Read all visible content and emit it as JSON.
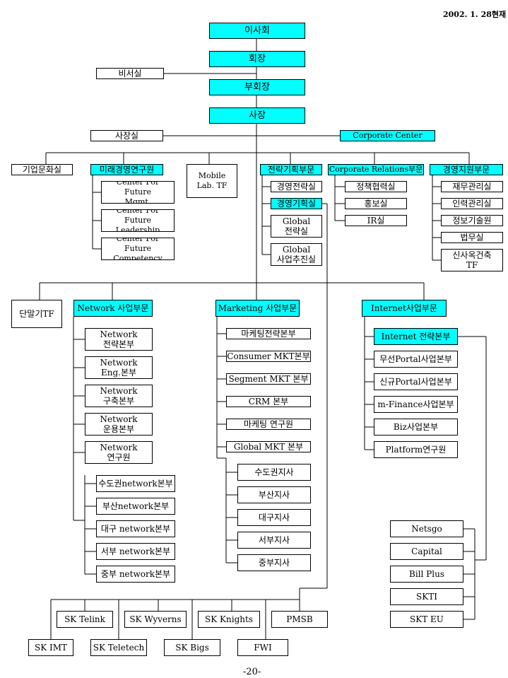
{
  "date": "2002. 1. 28현재",
  "page_number": "-20-",
  "colors": {
    "highlight": "#00ffff",
    "line": "#000000",
    "box_bg": "#ffffff"
  },
  "nodes": {
    "board": "이사회",
    "chairman": "회장",
    "secretary": "비서실",
    "vice_chairman": "부회장",
    "president": "사장",
    "president_office": "사장실",
    "corporate_center": "Corporate Center",
    "corp_culture": "기업문화실",
    "future_institute": "미래경영연구원",
    "cfm": "Center For Future\nMgmt.",
    "cfl": "Center For Future\nLeadership",
    "cfc": "Center For Future\nCompetency",
    "mobile_lab": "Mobile\nLab. TF",
    "strategy_planning": "전략기획부문",
    "mgmt_strategy": "경영전략실",
    "mgmt_planning": "경영기획실",
    "global_strategy": "Global\n전략실",
    "global_business": "Global\n사업추진실",
    "corp_relations": "Corporate Relations부문",
    "policy_coop": "정책협력실",
    "pr": "홍보실",
    "ir": "IR실",
    "mgmt_support": "경영지원부문",
    "finance": "재무관리실",
    "hr": "인력관리실",
    "info_tech": "정보기술원",
    "legal": "법무실",
    "new_hq": "신사옥건축\nTF",
    "terminal_tf": "단말기TF",
    "network_div": "Network 사업부문",
    "net_strategy": "Network\n전략본부",
    "net_eng": "Network\nEng.본부",
    "net_build": "Network\n구축본부",
    "net_ops": "Network\n운용본부",
    "net_lab": "Network\n연구원",
    "net_capital": "수도권network본부",
    "net_busan": "부산network본부",
    "net_daegu": "대구 network본부",
    "net_west": "서부 network본부",
    "net_central": "중부 network본부",
    "marketing_div": "Marketing 사업부문",
    "mkt_strategy": "마케팅전략본부",
    "consumer_mkt": "Consumer MKT본부",
    "segment_mkt": "Segment MKT 본부",
    "crm": "CRM 본부",
    "mkt_lab": "마케팅 연구원",
    "global_mkt": "Global MKT 본부",
    "br_capital": "수도권지사",
    "br_busan": "부산지사",
    "br_daegu": "대구지사",
    "br_west": "서부지사",
    "br_central": "중부지사",
    "internet_div": "Internet사업부문",
    "internet_strategy": "Internet 전략본부",
    "wireless_portal": "무선Portal사업본부",
    "new_portal": "신규Portal사업본부",
    "m_finance": "m-Finance사업본부",
    "biz": "Biz사업본부",
    "platform_lab": "Platform연구원",
    "netsgo": "Netsgo",
    "capital": "Capital",
    "bill_plus": "Bill Plus",
    "skti": "SKTI",
    "skt_eu": "SKT EU",
    "sk_telink": "SK Telink",
    "sk_wyverns": "SK Wyverns",
    "sk_knights": "SK Knights",
    "pmsb": "PMSB",
    "sk_imt": "SK IMT",
    "sk_teletech": "SK Teletech",
    "sk_bigs": "SK Bigs",
    "fwi": "FWI"
  }
}
